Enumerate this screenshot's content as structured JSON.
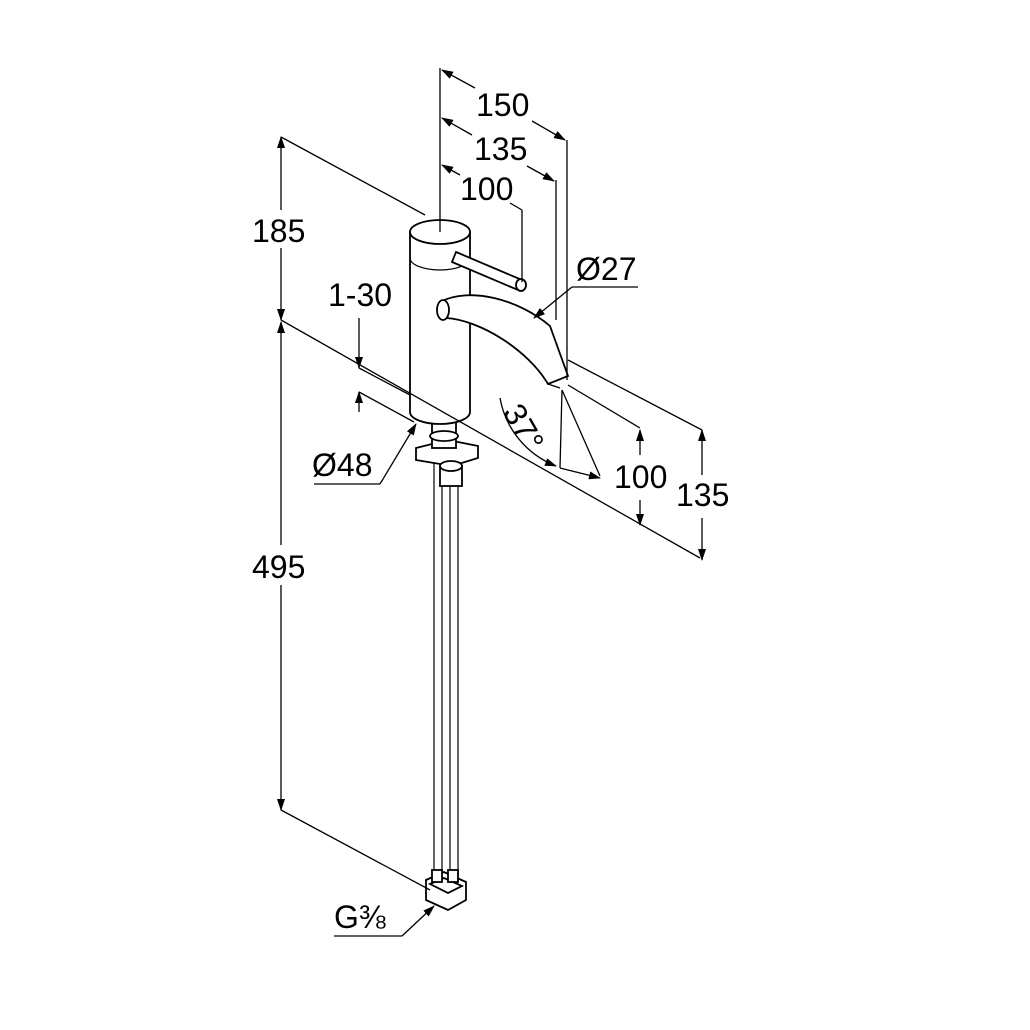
{
  "dimensions": {
    "width_150": "150",
    "width_135": "135",
    "width_100": "100",
    "spout_diameter": "Ø27",
    "height_185": "185",
    "clamp_range": "1-30",
    "base_diameter": "Ø48",
    "height_495": "495",
    "angle": "37°",
    "spout_height_100": "100",
    "spout_height_135": "135",
    "connection": "G⅜"
  }
}
